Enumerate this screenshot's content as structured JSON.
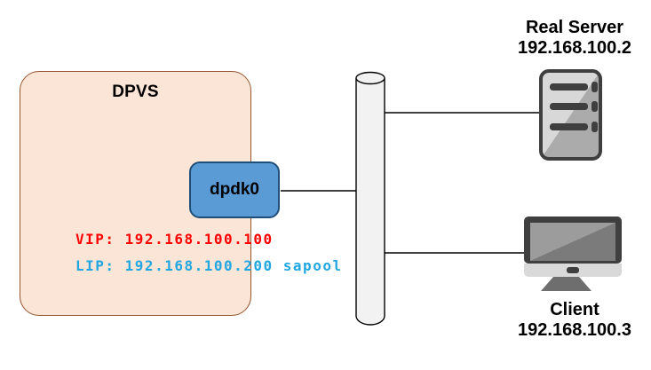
{
  "diagram": {
    "dpvs_box": {
      "label": "DPVS",
      "fill": "#FBE5D6",
      "border_color": "#94552F"
    },
    "dpdk_port": {
      "label": "dpdk0",
      "fill": "#5B9BD5",
      "border_color": "#1F4E79"
    },
    "vip_line": {
      "text": "VIP: 192.168.100.100",
      "color": "#FF0000"
    },
    "lip_line": {
      "text": "LIP: 192.168.100.200 sapool",
      "color": "#22A7E0"
    },
    "real_server": {
      "title": "Real Server",
      "ip": "192.168.100.2"
    },
    "client": {
      "title": "Client",
      "ip": "192.168.100.3"
    },
    "network_bus": {
      "shape": "cylinder",
      "fill": "#F2F2F2",
      "stroke": "#000000"
    },
    "icons": {
      "real_server": "server-tower-icon",
      "client": "monitor-icon",
      "network": "bus-cylinder-icon"
    },
    "line_color": "#000000"
  }
}
